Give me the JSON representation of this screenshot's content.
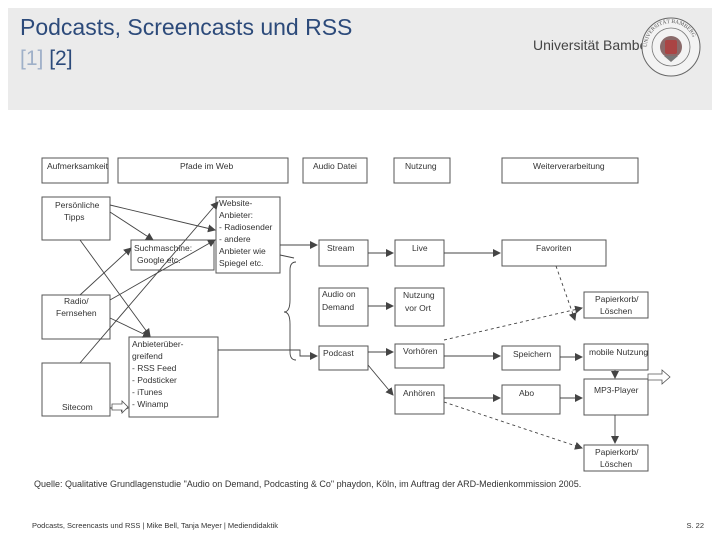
{
  "header": {
    "title_line1": "Podcasts, Screencasts und RSS",
    "ref1": "[1]",
    "ref2": "[2]",
    "university": "Universität Bamberg",
    "seal_text": "UNIVERSITÄT BAMBERG"
  },
  "diagram": {
    "columns": {
      "col1": "Aufmerksamkeit",
      "col2": "Pfade im Web",
      "col3": "Audio Datei",
      "col4": "Nutzung",
      "col5": "Weiterverarbeitung"
    },
    "sources": {
      "personal_l1": "Persönliche",
      "personal_l2": "Tipps",
      "radio_l1": "Radio/",
      "radio_l2": "Fernsehen",
      "sitecom": "Sitecom"
    },
    "paths": {
      "website_lines": [
        "Website-",
        "Anbieter:",
        "- Radiosender",
        "- andere",
        "Anbieter wie",
        "Spiegel etc."
      ],
      "search_lines": [
        "Suchmaschine:",
        "Google etc."
      ],
      "aggregator_lines": [
        "Anbieterüber-",
        "greifend",
        "- RSS Feed",
        "- Podsticker",
        "- iTunes",
        "- Winamp"
      ]
    },
    "files": {
      "stream": "Stream",
      "aod_l1": "Audio on",
      "aod_l2": "Demand",
      "podcast": "Podcast"
    },
    "usage": {
      "live": "Live",
      "vorort_l1": "Nutzung",
      "vorort_l2": "vor Ort",
      "vorhoeren": "Vorhören",
      "anhoeren": "Anhören"
    },
    "processing": {
      "favoriten": "Favoriten",
      "papierkorb_top_l1": "Papierkorb/",
      "papierkorb_top_l2": "Löschen",
      "speichern": "Speichern",
      "mobile": "mobile Nutzung",
      "abo": "Abo",
      "mp3": "MP3-Player",
      "papierkorb_bot_l1": "Papierkorb/",
      "papierkorb_bot_l2": "Löschen"
    }
  },
  "source_note": "Quelle: Qualitative Grundlagenstudie \"Audio on Demand, Podcasting & Co\" phaydon, Köln, im Auftrag der ARD-Medienkommission 2005.",
  "footer": {
    "text": "Podcasts, Screencasts und RSS  |  Mike Bell, Tanja Meyer  |  Mediendidaktik",
    "page": "S. 22"
  }
}
